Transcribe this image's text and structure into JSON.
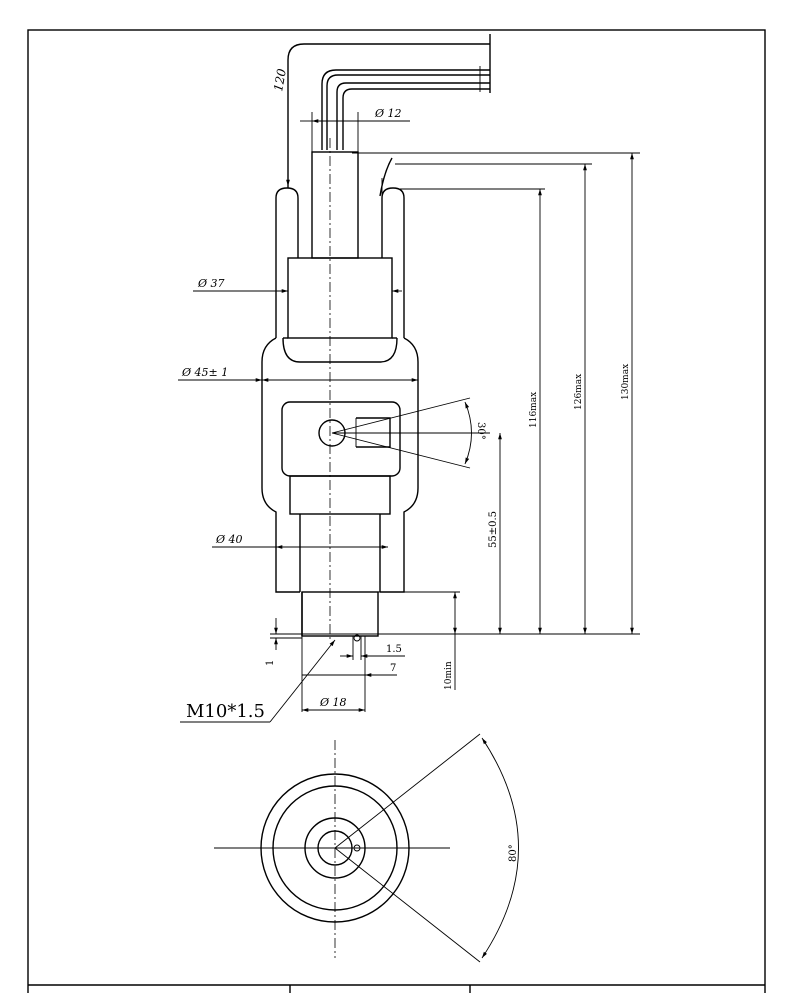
{
  "dimensions": {
    "cable_length": "120",
    "cable_dia": "Ø 12",
    "dia_37": "Ø 37",
    "dia_45": "Ø 45± 1",
    "dia_40": "Ø 40",
    "dia_18": "Ø 18",
    "angle_30": "30°",
    "pos_55": "55±0.5",
    "len_116": "116max",
    "len_126": "126max",
    "len_130": "130max",
    "dim_1_5": "1.5",
    "dim_7": "7",
    "dim_1": "1",
    "dim_10min": "10min",
    "thread": "M10*1.5",
    "angle_80": "80°"
  }
}
